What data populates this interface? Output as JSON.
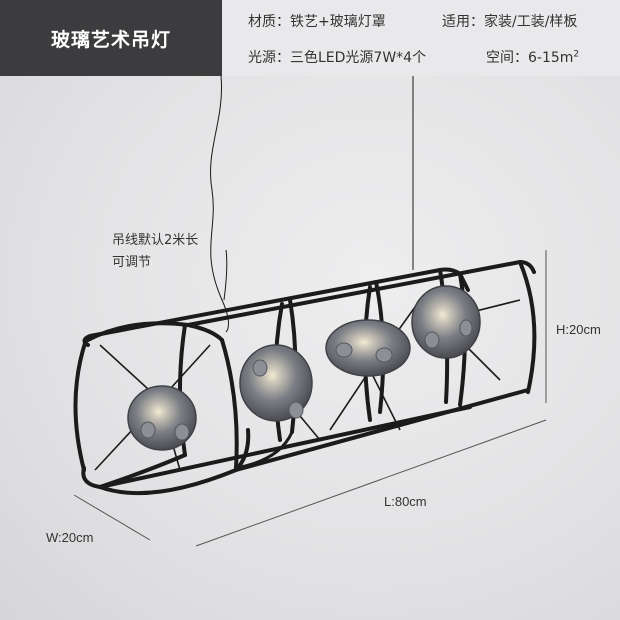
{
  "header": {
    "title": "玻璃艺术吊灯",
    "material": "材质：铁艺+玻璃灯罩",
    "usage": "适用：家装/工装/样板",
    "light_source": "光源：三色LED光源7W*4个",
    "space_prefix": "空间：6-15m",
    "space_sup": "2"
  },
  "note": {
    "line1": "吊线默认2米长",
    "line2": "可调节"
  },
  "dimensions": {
    "height": "H:20cm",
    "length": "L:80cm",
    "width": "W:20cm"
  },
  "colors": {
    "title_bg": "#3c3c3e",
    "frame": "#1b1b1b",
    "glass": "#6f7278"
  }
}
